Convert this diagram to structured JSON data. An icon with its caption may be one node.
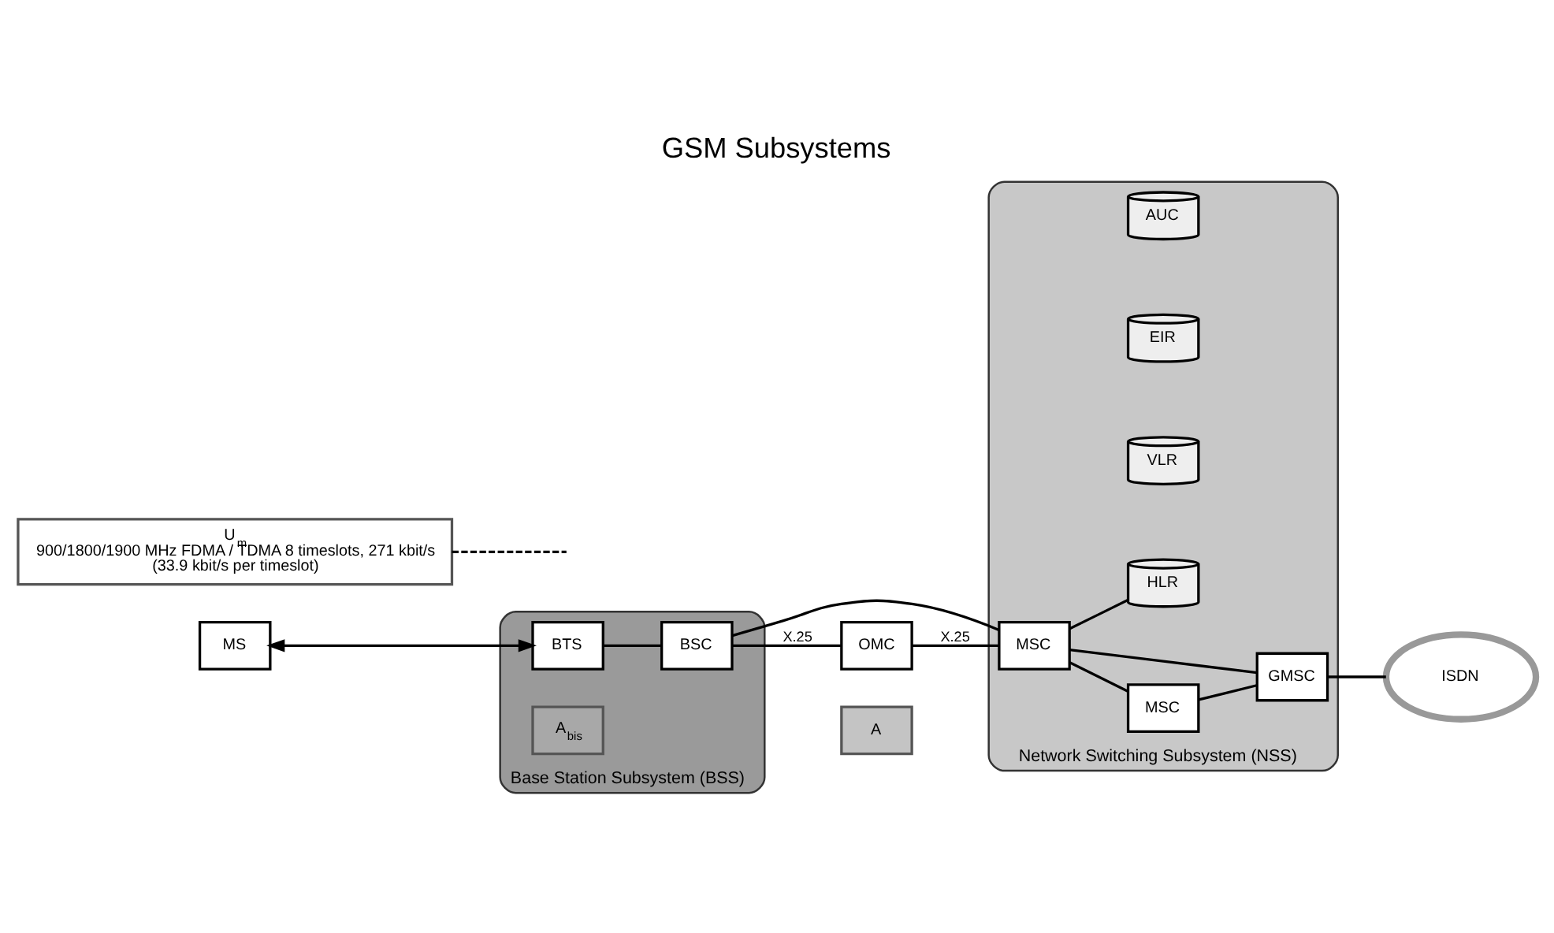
{
  "diagram": {
    "title": "GSM Subsystems",
    "nodes": [
      {
        "text": [
          "MS"
        ]
      },
      {
        "text": [
          "Base Station Subsystem (BSS)"
        ]
      },
      {
        "text": [
          "BTS"
        ],
        "in": 1
      },
      {
        "text": [
          "BSC"
        ],
        "in": 1
      },
      {
        "text": [
          "A$_{bis}$"
        ],
        "in": 1
      },
      {
        "text": [
          "Network Switching Subsystem (NSS)"
        ]
      },
      {
        "text": [
          "MSC"
        ],
        "in": 5
      },
      {
        "text": [
          "MSC"
        ],
        "in": 5
      },
      {
        "text": [
          "GMSC"
        ],
        "in": 5
      },
      {
        "text": [
          "HLR"
        ],
        "in": 5
      },
      {
        "text": [
          "VLR"
        ],
        "in": 5
      },
      {
        "text": [
          "EIR"
        ],
        "in": 5
      },
      {
        "text": [
          "AUC"
        ],
        "in": 5
      },
      {
        "text": [
          "OMC"
        ]
      },
      {
        "text": [
          "A"
        ]
      },
      {
        "text": [
          "ISDN"
        ]
      },
      {
        "text": [
          "U$_{m}$",
          "900/1800/1900 MHz FDMA / TDMA 8 timeslots, 271 kbit/s",
          "(33.9 kbit/s per timeslot)"
        ]
      }
    ],
    "edges": [
      {
        "from": 0,
        "to": 2,
        "arrow": "both"
      },
      {
        "from": 2,
        "to": 3,
        "arrow": "none"
      },
      {
        "from": 3,
        "to": 6,
        "arrow": "none"
      },
      {
        "from": 3,
        "to": 13,
        "arrow": "none",
        "label": "X.25"
      },
      {
        "from": 13,
        "to": 6,
        "arrow": "none",
        "label": "X.25"
      },
      {
        "from": 6,
        "to": 7,
        "arrow": "none"
      },
      {
        "from": 6,
        "to": 8,
        "arrow": "none"
      },
      {
        "from": 7,
        "to": 8,
        "arrow": "none"
      },
      {
        "from": 8,
        "to": 15,
        "arrow": "none"
      },
      {
        "from": 6,
        "to": 9,
        "arrow": "none"
      },
      {
        "from": 16,
        "to": null,
        "arrow": "none",
        "style": "dashed"
      }
    ]
  }
}
